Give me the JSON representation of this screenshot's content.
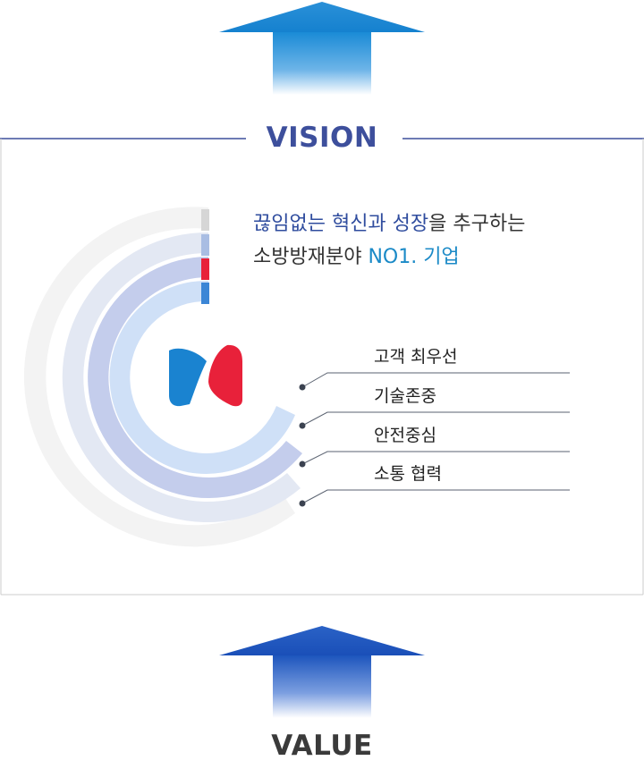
{
  "header": {
    "vision_label": "VISION"
  },
  "headline": {
    "line1_part1": "끊임없는 혁신과 성장",
    "line1_part2": "을 추구하는",
    "line2_part1": "소방방재분야 ",
    "line2_part2": "NO1. 기업"
  },
  "values": [
    "고객 최우선",
    "기술존중",
    "안전중심",
    "소통 협력"
  ],
  "footer": {
    "value_label": "VALUE"
  },
  "colors": {
    "accent": "#3d4f9c",
    "arrow_top": "#1a8bd6",
    "arrow_bottom": "#1d55bd",
    "logo_blue": "#1a83d0",
    "logo_red": "#e8213a",
    "ring_1": "#f3f3f3",
    "ring_2": "#e3e8f3",
    "ring_3": "#c4cdec",
    "ring_4": "#cfe0f7"
  },
  "icons": {
    "top_arrow": "up-arrow-icon",
    "bottom_arrow": "up-arrow-icon",
    "logo": "company-logo"
  }
}
